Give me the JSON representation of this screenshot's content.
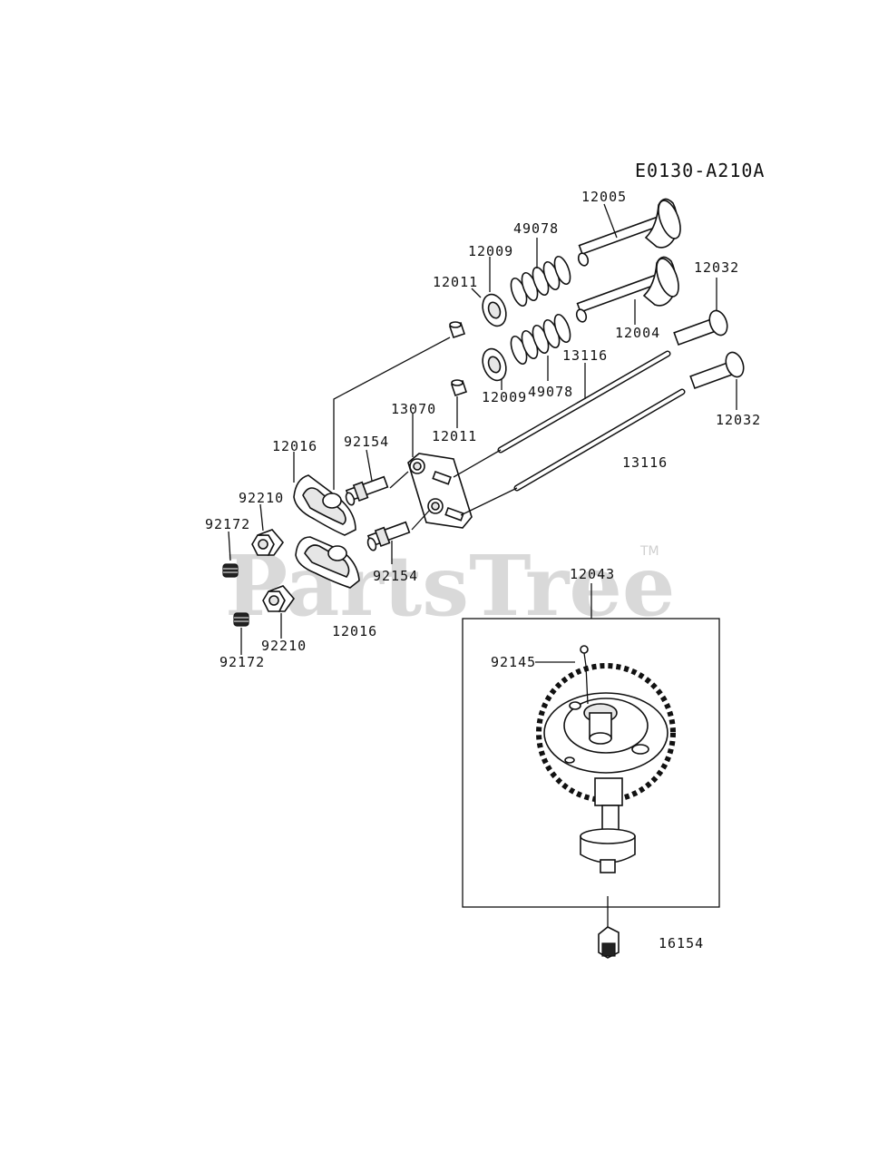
{
  "diagram_code": "E0130-A210A",
  "watermark": {
    "text": "PartsTree",
    "trademark": "TM"
  },
  "parts": {
    "p12005": "12005",
    "p49078_top": "49078",
    "p12009_top": "12009",
    "p12011_top": "12011",
    "p12032_top": "12032",
    "p12004": "12004",
    "p13116_top": "13116",
    "p49078_bot": "49078",
    "p12009_bot": "12009",
    "p12011_bot": "12011",
    "p12032_bot": "12032",
    "p13070": "13070",
    "p12016_top": "12016",
    "p92154_top": "92154",
    "p13116_bot": "13116",
    "p92210_top": "92210",
    "p92172_top": "92172",
    "p92154_bot": "92154",
    "p12043": "12043",
    "p12016_bot": "12016",
    "p92210_bot": "92210",
    "p92172_bot": "92172",
    "p92145": "92145",
    "p16154": "16154"
  }
}
